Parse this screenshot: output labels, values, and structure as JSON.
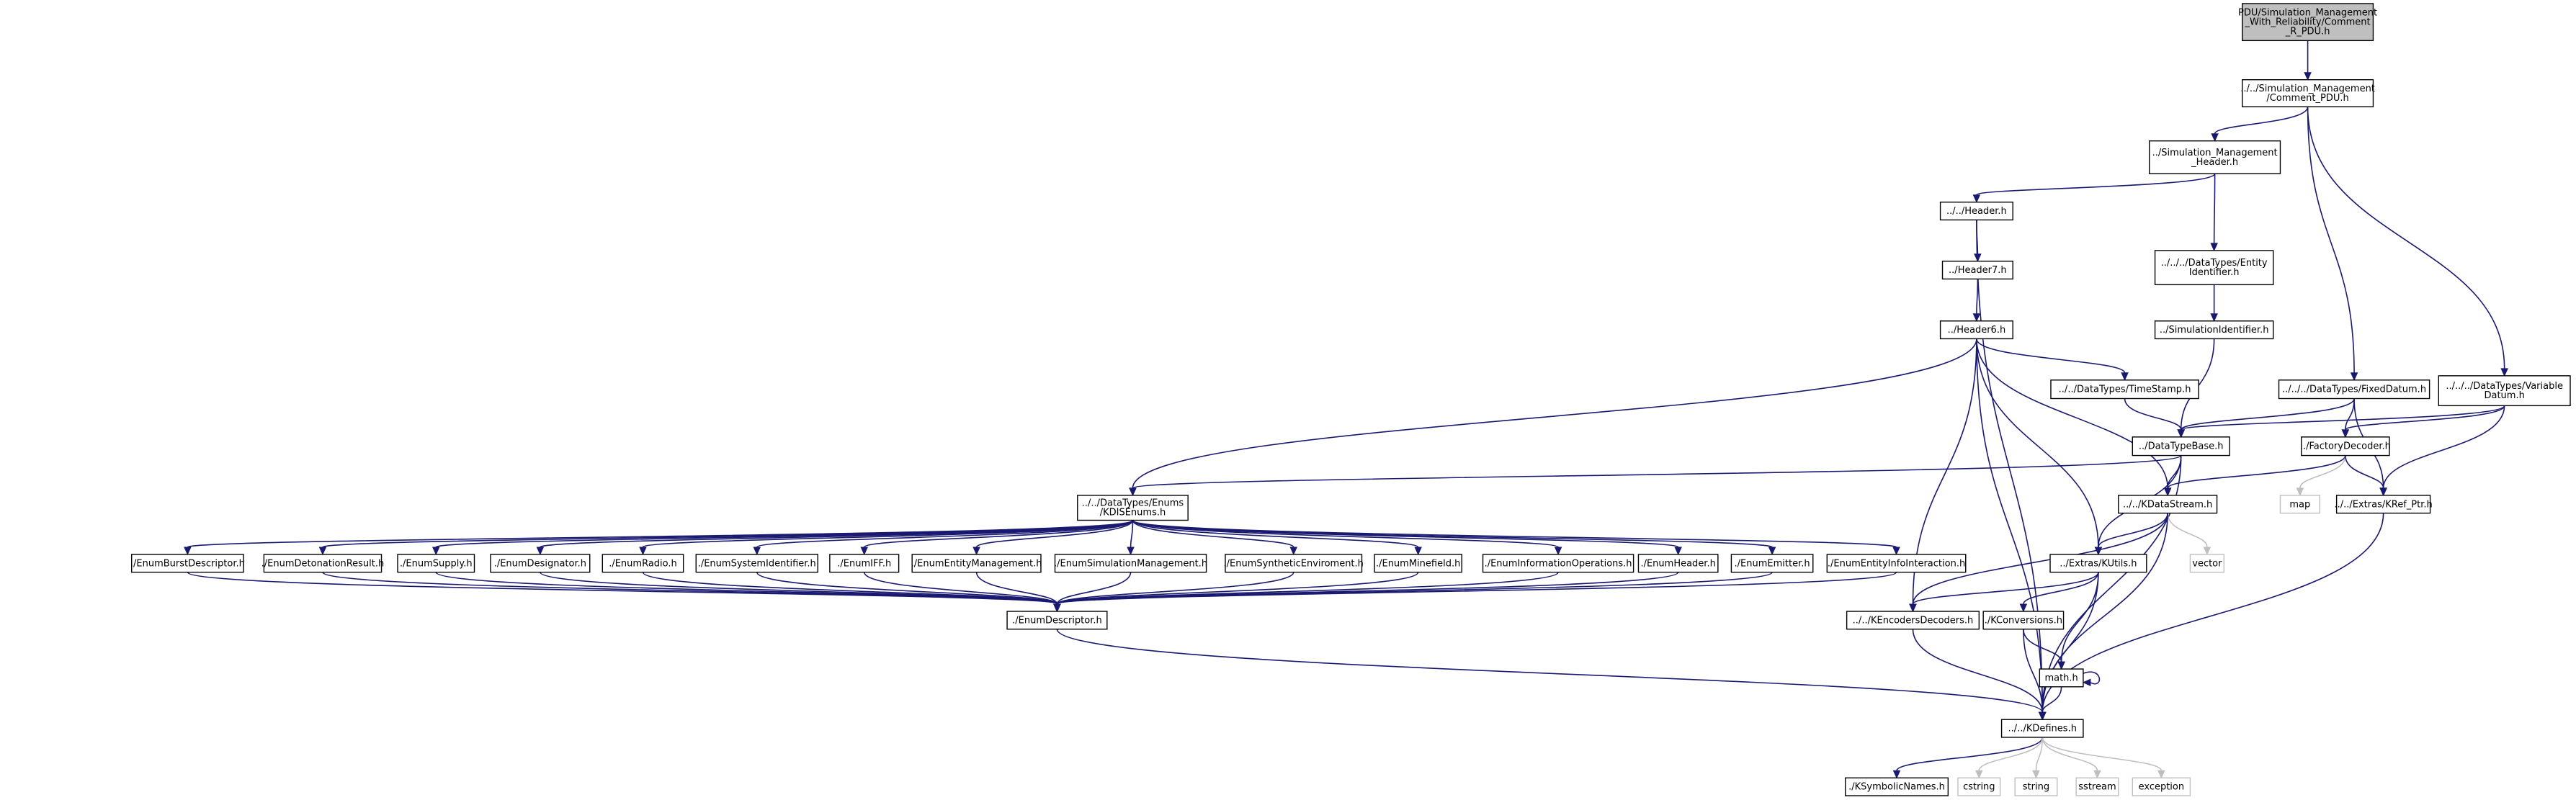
{
  "nodes": {
    "root": {
      "lines": [
        "PDU/Simulation_Management",
        "_With_Reliability/Comment",
        "_R_PDU.h"
      ],
      "kind": "root"
    },
    "comment_pdu": {
      "lines": [
        "../../Simulation_Management",
        "/Comment_PDU.h"
      ]
    },
    "sm_header": {
      "lines": [
        "../Simulation_Management",
        "_Header.h"
      ]
    },
    "header": {
      "lines": [
        "../../Header.h"
      ]
    },
    "header7": {
      "lines": [
        "../Header7.h"
      ]
    },
    "header6": {
      "lines": [
        "../Header6.h"
      ]
    },
    "entity_id": {
      "lines": [
        "../../../DataTypes/Entity",
        "Identifier.h"
      ]
    },
    "sim_id": {
      "lines": [
        "../SimulationIdentifier.h"
      ]
    },
    "timestamp": {
      "lines": [
        "../../DataTypes/TimeStamp.h"
      ]
    },
    "fixed_datum": {
      "lines": [
        "../../../DataTypes/FixedDatum.h"
      ]
    },
    "variable_datum": {
      "lines": [
        "../../../DataTypes/Variable",
        "Datum.h"
      ]
    },
    "datatypebase": {
      "lines": [
        "../DataTypeBase.h"
      ]
    },
    "factory_decoder": {
      "lines": [
        "../FactoryDecoder.h"
      ]
    },
    "map": {
      "lines": [
        "map"
      ],
      "kind": "sys"
    },
    "kref_ptr": {
      "lines": [
        "../../Extras/KRef_Ptr.h"
      ]
    },
    "kdis_enums": {
      "lines": [
        "../../DataTypes/Enums",
        "/KDISEnums.h"
      ]
    },
    "kdatastream": {
      "lines": [
        "../../KDataStream.h"
      ]
    },
    "vector": {
      "lines": [
        "vector"
      ],
      "kind": "sys"
    },
    "kutils": {
      "lines": [
        "../Extras/KUtils.h"
      ]
    },
    "e_burst": {
      "lines": [
        "./EnumBurstDescriptor.h"
      ]
    },
    "e_deton": {
      "lines": [
        "./EnumDetonationResult.h"
      ]
    },
    "e_supply": {
      "lines": [
        "./EnumSupply.h"
      ]
    },
    "e_desig": {
      "lines": [
        "./EnumDesignator.h"
      ]
    },
    "e_radio": {
      "lines": [
        "./EnumRadio.h"
      ]
    },
    "e_sysid": {
      "lines": [
        "./EnumSystemIdentifier.h"
      ]
    },
    "e_iff": {
      "lines": [
        "./EnumIFF.h"
      ]
    },
    "e_entmgmt": {
      "lines": [
        "./EnumEntityManagement.h"
      ]
    },
    "e_simmgmt": {
      "lines": [
        "./EnumSimulationManagement.h"
      ]
    },
    "e_synth": {
      "lines": [
        "./EnumSyntheticEnviroment.h"
      ]
    },
    "e_mine": {
      "lines": [
        "./EnumMinefield.h"
      ]
    },
    "e_infoops": {
      "lines": [
        "./EnumInformationOperations.h"
      ]
    },
    "e_header": {
      "lines": [
        "./EnumHeader.h"
      ]
    },
    "e_emitter": {
      "lines": [
        "./EnumEmitter.h"
      ]
    },
    "e_entinfo": {
      "lines": [
        "./EnumEntityInfoInteraction.h"
      ]
    },
    "enum_desc": {
      "lines": [
        "./EnumDescriptor.h"
      ]
    },
    "kencoders": {
      "lines": [
        "../../KEncodersDecoders.h"
      ]
    },
    "kconversions": {
      "lines": [
        "./KConversions.h"
      ]
    },
    "math": {
      "lines": [
        "math.h"
      ]
    },
    "kdefines": {
      "lines": [
        "../../KDefines.h"
      ]
    },
    "ksymbolic": {
      "lines": [
        "./KSymbolicNames.h"
      ]
    },
    "cstring": {
      "lines": [
        "cstring"
      ],
      "kind": "sys"
    },
    "string": {
      "lines": [
        "string"
      ],
      "kind": "sys"
    },
    "sstream": {
      "lines": [
        "sstream"
      ],
      "kind": "sys"
    },
    "exception": {
      "lines": [
        "exception"
      ],
      "kind": "sys"
    }
  },
  "edges": [
    [
      "root",
      "comment_pdu"
    ],
    [
      "comment_pdu",
      "sm_header"
    ],
    [
      "comment_pdu",
      "fixed_datum"
    ],
    [
      "comment_pdu",
      "variable_datum"
    ],
    [
      "sm_header",
      "header"
    ],
    [
      "sm_header",
      "entity_id"
    ],
    [
      "header",
      "header7"
    ],
    [
      "header",
      "kdefines"
    ],
    [
      "header7",
      "header6"
    ],
    [
      "header6",
      "timestamp"
    ],
    [
      "header6",
      "kdis_enums"
    ],
    [
      "header6",
      "kdatastream"
    ],
    [
      "header6",
      "kutils"
    ],
    [
      "header6",
      "kencoders"
    ],
    [
      "header6",
      "kdefines"
    ],
    [
      "entity_id",
      "sim_id"
    ],
    [
      "sim_id",
      "datatypebase"
    ],
    [
      "timestamp",
      "datatypebase"
    ],
    [
      "fixed_datum",
      "datatypebase"
    ],
    [
      "fixed_datum",
      "factory_decoder"
    ],
    [
      "fixed_datum",
      "kref_ptr"
    ],
    [
      "variable_datum",
      "datatypebase"
    ],
    [
      "variable_datum",
      "factory_decoder"
    ],
    [
      "variable_datum",
      "kref_ptr"
    ],
    [
      "datatypebase",
      "kdis_enums"
    ],
    [
      "datatypebase",
      "kdatastream"
    ],
    [
      "datatypebase",
      "kutils"
    ],
    [
      "datatypebase",
      "kdefines"
    ],
    [
      "factory_decoder",
      "kdatastream"
    ],
    [
      "factory_decoder",
      "map"
    ],
    [
      "factory_decoder",
      "kref_ptr"
    ],
    [
      "kref_ptr",
      "kdefines"
    ],
    [
      "kdis_enums",
      "e_burst"
    ],
    [
      "kdis_enums",
      "e_deton"
    ],
    [
      "kdis_enums",
      "e_supply"
    ],
    [
      "kdis_enums",
      "e_desig"
    ],
    [
      "kdis_enums",
      "e_radio"
    ],
    [
      "kdis_enums",
      "e_sysid"
    ],
    [
      "kdis_enums",
      "e_iff"
    ],
    [
      "kdis_enums",
      "e_entmgmt"
    ],
    [
      "kdis_enums",
      "e_simmgmt"
    ],
    [
      "kdis_enums",
      "e_synth"
    ],
    [
      "kdis_enums",
      "e_mine"
    ],
    [
      "kdis_enums",
      "e_infoops"
    ],
    [
      "kdis_enums",
      "e_header"
    ],
    [
      "kdis_enums",
      "e_emitter"
    ],
    [
      "kdis_enums",
      "e_entinfo"
    ],
    [
      "e_burst",
      "enum_desc"
    ],
    [
      "e_deton",
      "enum_desc"
    ],
    [
      "e_supply",
      "enum_desc"
    ],
    [
      "e_desig",
      "enum_desc"
    ],
    [
      "e_radio",
      "enum_desc"
    ],
    [
      "e_sysid",
      "enum_desc"
    ],
    [
      "e_iff",
      "enum_desc"
    ],
    [
      "e_entmgmt",
      "enum_desc"
    ],
    [
      "e_simmgmt",
      "enum_desc"
    ],
    [
      "e_synth",
      "enum_desc"
    ],
    [
      "e_mine",
      "enum_desc"
    ],
    [
      "e_infoops",
      "enum_desc"
    ],
    [
      "e_header",
      "enum_desc"
    ],
    [
      "e_emitter",
      "enum_desc"
    ],
    [
      "e_entinfo",
      "enum_desc"
    ],
    [
      "enum_desc",
      "kdefines"
    ],
    [
      "kdatastream",
      "kencoders"
    ],
    [
      "kdatastream",
      "kutils"
    ],
    [
      "kdatastream",
      "vector"
    ],
    [
      "kdatastream",
      "kdefines"
    ],
    [
      "kutils",
      "kencoders"
    ],
    [
      "kutils",
      "kconversions"
    ],
    [
      "kutils",
      "math"
    ],
    [
      "kutils",
      "kdefines"
    ],
    [
      "kencoders",
      "kdefines"
    ],
    [
      "kconversions",
      "math"
    ],
    [
      "kconversions",
      "kdefines"
    ],
    [
      "math",
      "math"
    ],
    [
      "math",
      "kdefines"
    ],
    [
      "kdefines",
      "ksymbolic"
    ],
    [
      "kdefines",
      "cstring"
    ],
    [
      "kdefines",
      "string"
    ],
    [
      "kdefines",
      "sstream"
    ],
    [
      "kdefines",
      "exception"
    ]
  ]
}
